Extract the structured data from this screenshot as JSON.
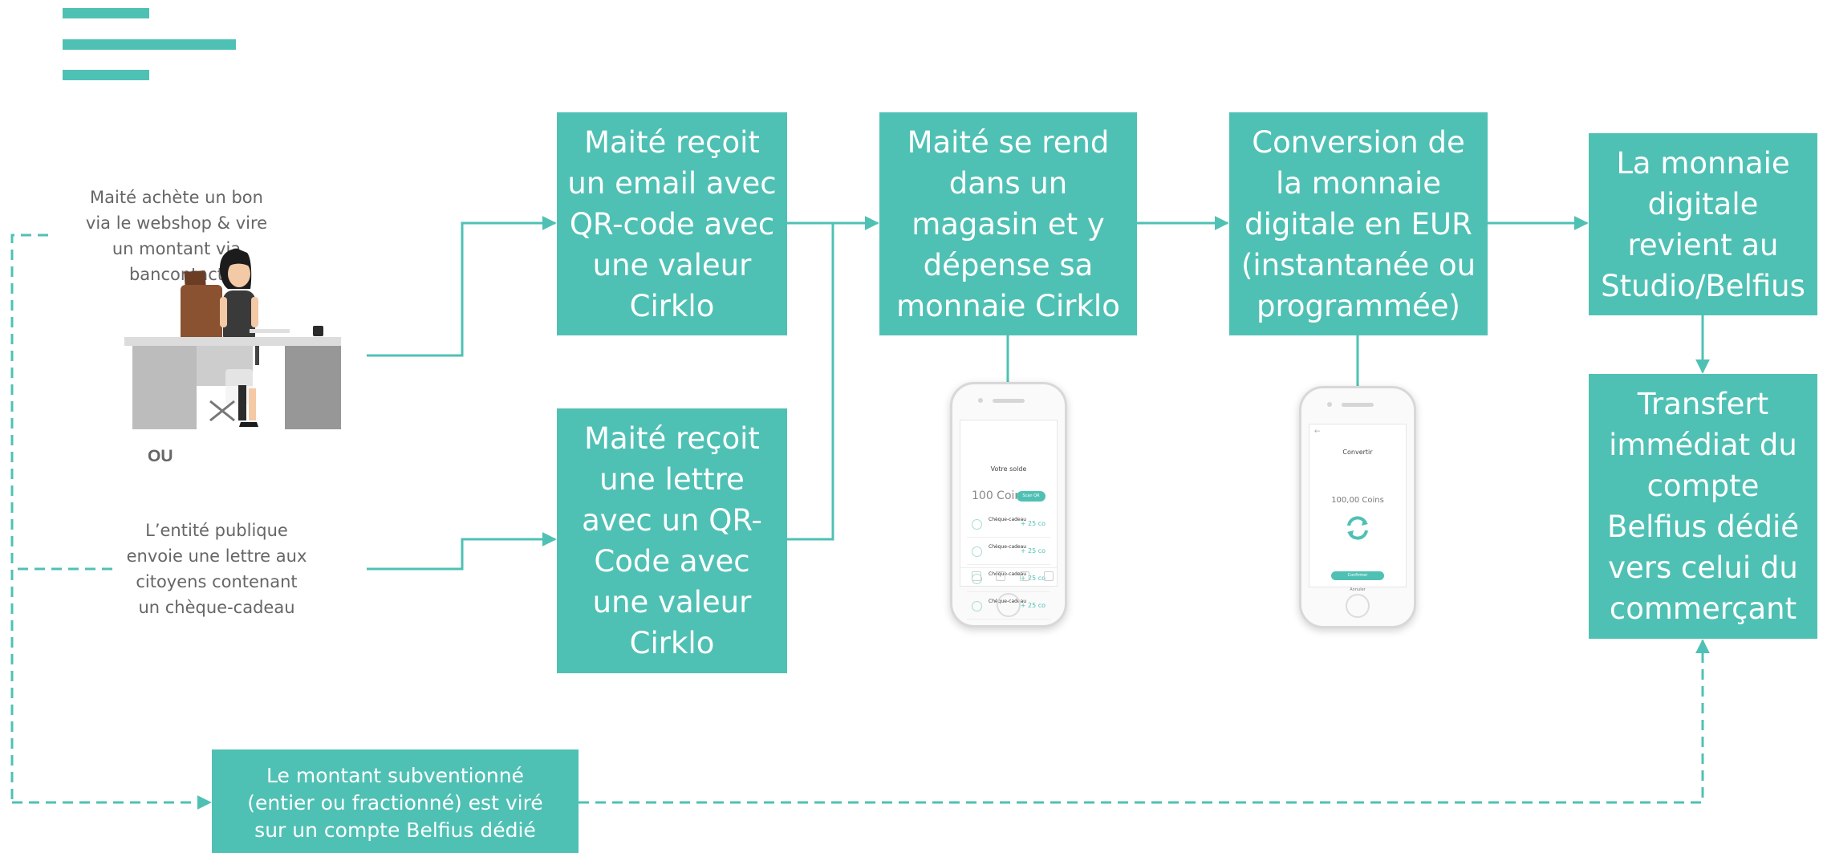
{
  "colors": {
    "accent": "#4fc1b4",
    "text_grey": "#666666",
    "white": "#ffffff"
  },
  "icons": [
    "menu-lines-icon",
    "woman-at-desk-illustration",
    "arrow-icon"
  ],
  "notes": {
    "buyer": "Maité achète un bon\nvia le webshop & vire\nun montant via\nbancontact",
    "or": "OU",
    "public_entity": "L’entité publique\nenvoie une lettre aux\ncitoyens contenant\nun chèque-cadeau"
  },
  "boxes": {
    "email": "Maité reçoit\nun email avec\nQR-code avec\nune valeur\nCirklo",
    "letter": "Maité reçoit\nune lettre\navec un QR-\nCode avec\nune valeur\nCirklo",
    "shop": "Maité se rend\ndans un\nmagasin et y\ndépense sa\nmonnaie Cirklo",
    "conversion": "Conversion de\nla monnaie\ndigitale en EUR\n(instantanée ou\nprogrammée)",
    "return": "La monnaie\ndigitale\nrevient au\nStudio/Belfius",
    "transfer": "Transfert\nimmédiat du\ncompte\nBelfius dédié\nvers celui du\ncommerçant",
    "subsidy": "Le montant subventionné\n(entier ou fractionné) est viré\nsur un compte Belfius dédié"
  },
  "phone1": {
    "title": "Votre solde",
    "balance": "100 Coins",
    "button": "Scan QR",
    "rows": [
      {
        "label": "Chèque-cadeau",
        "amount": "+ 25 co"
      },
      {
        "label": "Chèque-cadeau",
        "amount": "+ 25 co"
      },
      {
        "label": "Chèque-cadeau",
        "amount": "+ 25 co"
      },
      {
        "label": "Chèque-cadeau",
        "amount": "+ 25 co"
      }
    ]
  },
  "phone2": {
    "title": "Convertir",
    "amount": "100,00 Coins",
    "confirm": "Confirmer",
    "cancel": "Annuler"
  }
}
